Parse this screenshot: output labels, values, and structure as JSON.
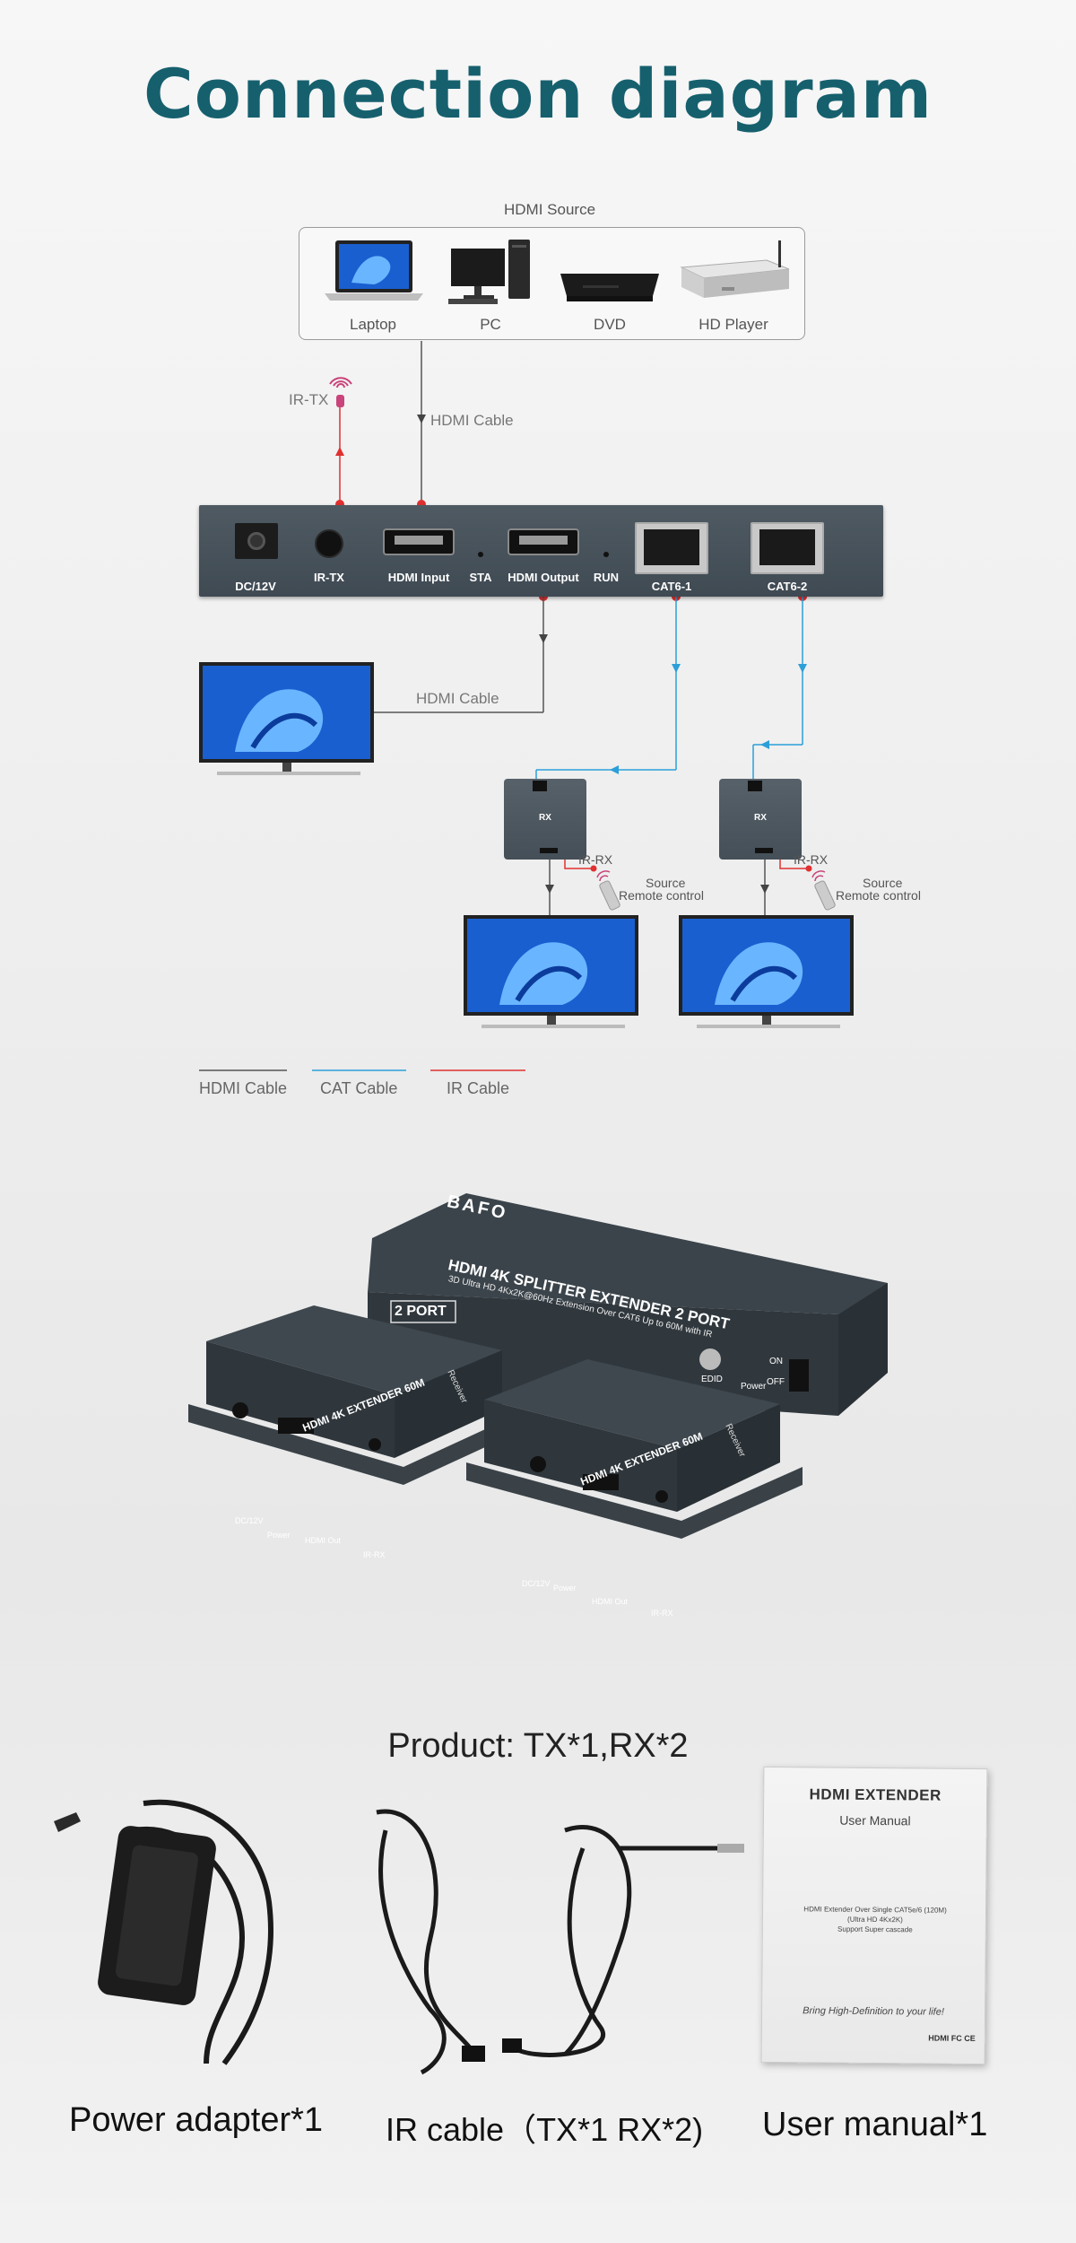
{
  "title": "Connection diagram",
  "source": {
    "heading": "HDMI Source",
    "items": [
      "Laptop",
      "PC",
      "DVD",
      "HD Player"
    ]
  },
  "ir_tx_label": "IR-TX",
  "cable_labels": {
    "hdmi_cable_top": "HDMI Cable",
    "hdmi_cable_tv": "HDMI Cable"
  },
  "transmitter": {
    "ports": [
      "DC/12V",
      "IR-TX",
      "HDMI Input",
      "STA",
      "HDMI Output",
      "RUN",
      "CAT6-1",
      "CAT6-2"
    ]
  },
  "receivers": [
    {
      "label": "RX",
      "ir_label": "IR-RX",
      "remote_label": [
        "Source",
        "Remote control"
      ]
    },
    {
      "label": "RX",
      "ir_label": "IR-RX",
      "remote_label": [
        "Source",
        "Remote control"
      ]
    }
  ],
  "legend": [
    {
      "label": "HDMI Cable",
      "color": "#555555"
    },
    {
      "label": "CAT Cable",
      "color": "#2b9fd9"
    },
    {
      "label": "IR Cable",
      "color": "#e03030"
    }
  ],
  "product_photo": {
    "brand": "BAFO",
    "main_title": "HDMI 4K SPLITTER EXTENDER 2 PORT",
    "main_subtitle": "3D Ultra HD 4Kx2K@60Hz Extension Over CAT6 Up to 60M with IR",
    "badge": "2 PORT",
    "controls": [
      "EDID",
      "Power",
      "ON",
      "OFF"
    ],
    "receiver_title": "HDMI 4K EXTENDER 60M",
    "receiver_side": "Receiver",
    "receiver_ports": [
      "DC/12V",
      "Power",
      "HDMI Out",
      "IR-RX"
    ]
  },
  "package": {
    "heading": "Product: TX*1,RX*2",
    "captions": [
      "Power adapter*1",
      "IR cable（TX*1 RX*2)",
      "User manual*1"
    ],
    "manual": {
      "title": "HDMI EXTENDER",
      "subtitle": "User Manual",
      "desc": [
        "HDMI Extender Over Single CAT5e/6 (120M)",
        "(Ultra HD 4Kx2K)",
        "Support Super cascade"
      ],
      "slogan": "Bring High-Definition to your life!",
      "logos": "HDMI  FC  CE"
    }
  }
}
